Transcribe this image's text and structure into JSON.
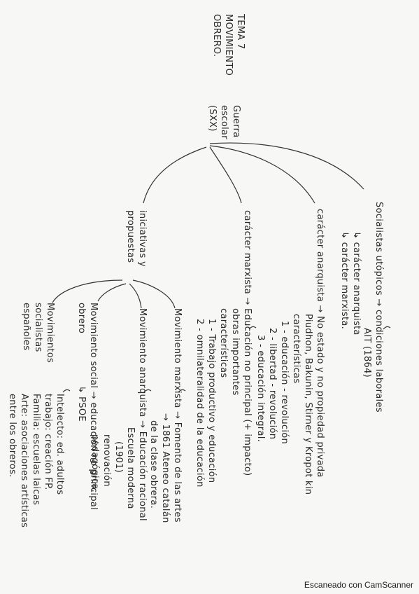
{
  "title": [
    "TEMA 7",
    "MOVIMIENTO",
    "OBRERO."
  ],
  "root": [
    "Guerra",
    "escolar",
    "(SXX)"
  ],
  "branches": {
    "socialistas": {
      "label": "Socialistas utópicos",
      "right": "condiciones laborales",
      "ait": "AIT (1864)",
      "sub": [
        "carácter anarquista",
        "carácter marxista."
      ]
    },
    "anarquista": {
      "label": "carácter anarquista",
      "lines": [
        "No estado y no propiedad privada",
        "Piudhon, Bakunin, Stirner y Kropot kin",
        "características"
      ],
      "list": [
        "1 - educación - revolución",
        "2 - libertad - revolución",
        "3 - educación integral."
      ]
    },
    "marxista": {
      "label": "carácter marxista",
      "lines": [
        "Educación no principal (+ impacto)",
        "obras importantes",
        "características"
      ],
      "list": [
        "1 - Trabajo productivo y educación",
        "2 - omnilateralidad de la educación"
      ]
    },
    "iniciativas": {
      "label": [
        "iniciativas y",
        "propuestas"
      ],
      "marxista": {
        "label": "Movimiento marxista",
        "lines": [
          "Fomento de las artes",
          "→ 1861 Ateneo catalán",
          "de la clase obrera."
        ]
      },
      "anarquista": {
        "label": "Movimiento anarquista",
        "lines": [
          "Educación racional",
          "Escuela moderna",
          "(1901)",
          "renovación",
          "pedagógica."
        ]
      },
      "social": {
        "label": [
          "Movimiento social",
          "obrero"
        ],
        "lines": [
          "educación no principal",
          "PSOE"
        ]
      },
      "movimientos": {
        "label": [
          "Movimientos",
          "socialistas",
          "españoles"
        ],
        "lines": [
          "Intelecto: ed. adultos",
          "trabajo: creación FP.",
          "Familia: escuelas laicas",
          "Arte: asociaciones artísticas",
          "entre los obreros."
        ]
      }
    }
  },
  "footer": "Escaneado con CamScanner"
}
